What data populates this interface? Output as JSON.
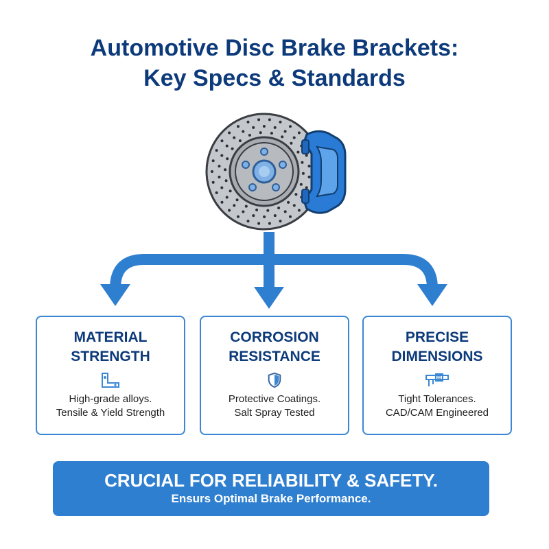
{
  "title": {
    "line1": "Automotive Disc Brake Brackets:",
    "line2": "Key Specs & Standards"
  },
  "cards": [
    {
      "heading": [
        "MATERIAL",
        "STRENGTH"
      ],
      "icon": "bracket-icon",
      "body": [
        "High-grade alloys.",
        "Tensile & Yield Strength"
      ]
    },
    {
      "heading": [
        "CORROSION",
        "RESISTANCE"
      ],
      "icon": "shield-icon",
      "body": [
        "Protective Coatings.",
        "Salt Spray Tested"
      ]
    },
    {
      "heading": [
        "PRECISE",
        "DIMENSIONS"
      ],
      "icon": "caliper-gauge-icon",
      "body": [
        "Tight Tolerances.",
        "CAD/CAM Engineered"
      ]
    }
  ],
  "footer": {
    "main": "CRUCIAL FOR RELIABILITY & SAFETY.",
    "sub": "Ensurs Optimal Brake Performance."
  },
  "colors": {
    "title": "#0d3a7a",
    "accent": "#2f7fd0",
    "card_border": "#3b87d4",
    "rotor_gray": "#b9bcc1",
    "caliper_blue": "#2a7bd6"
  }
}
